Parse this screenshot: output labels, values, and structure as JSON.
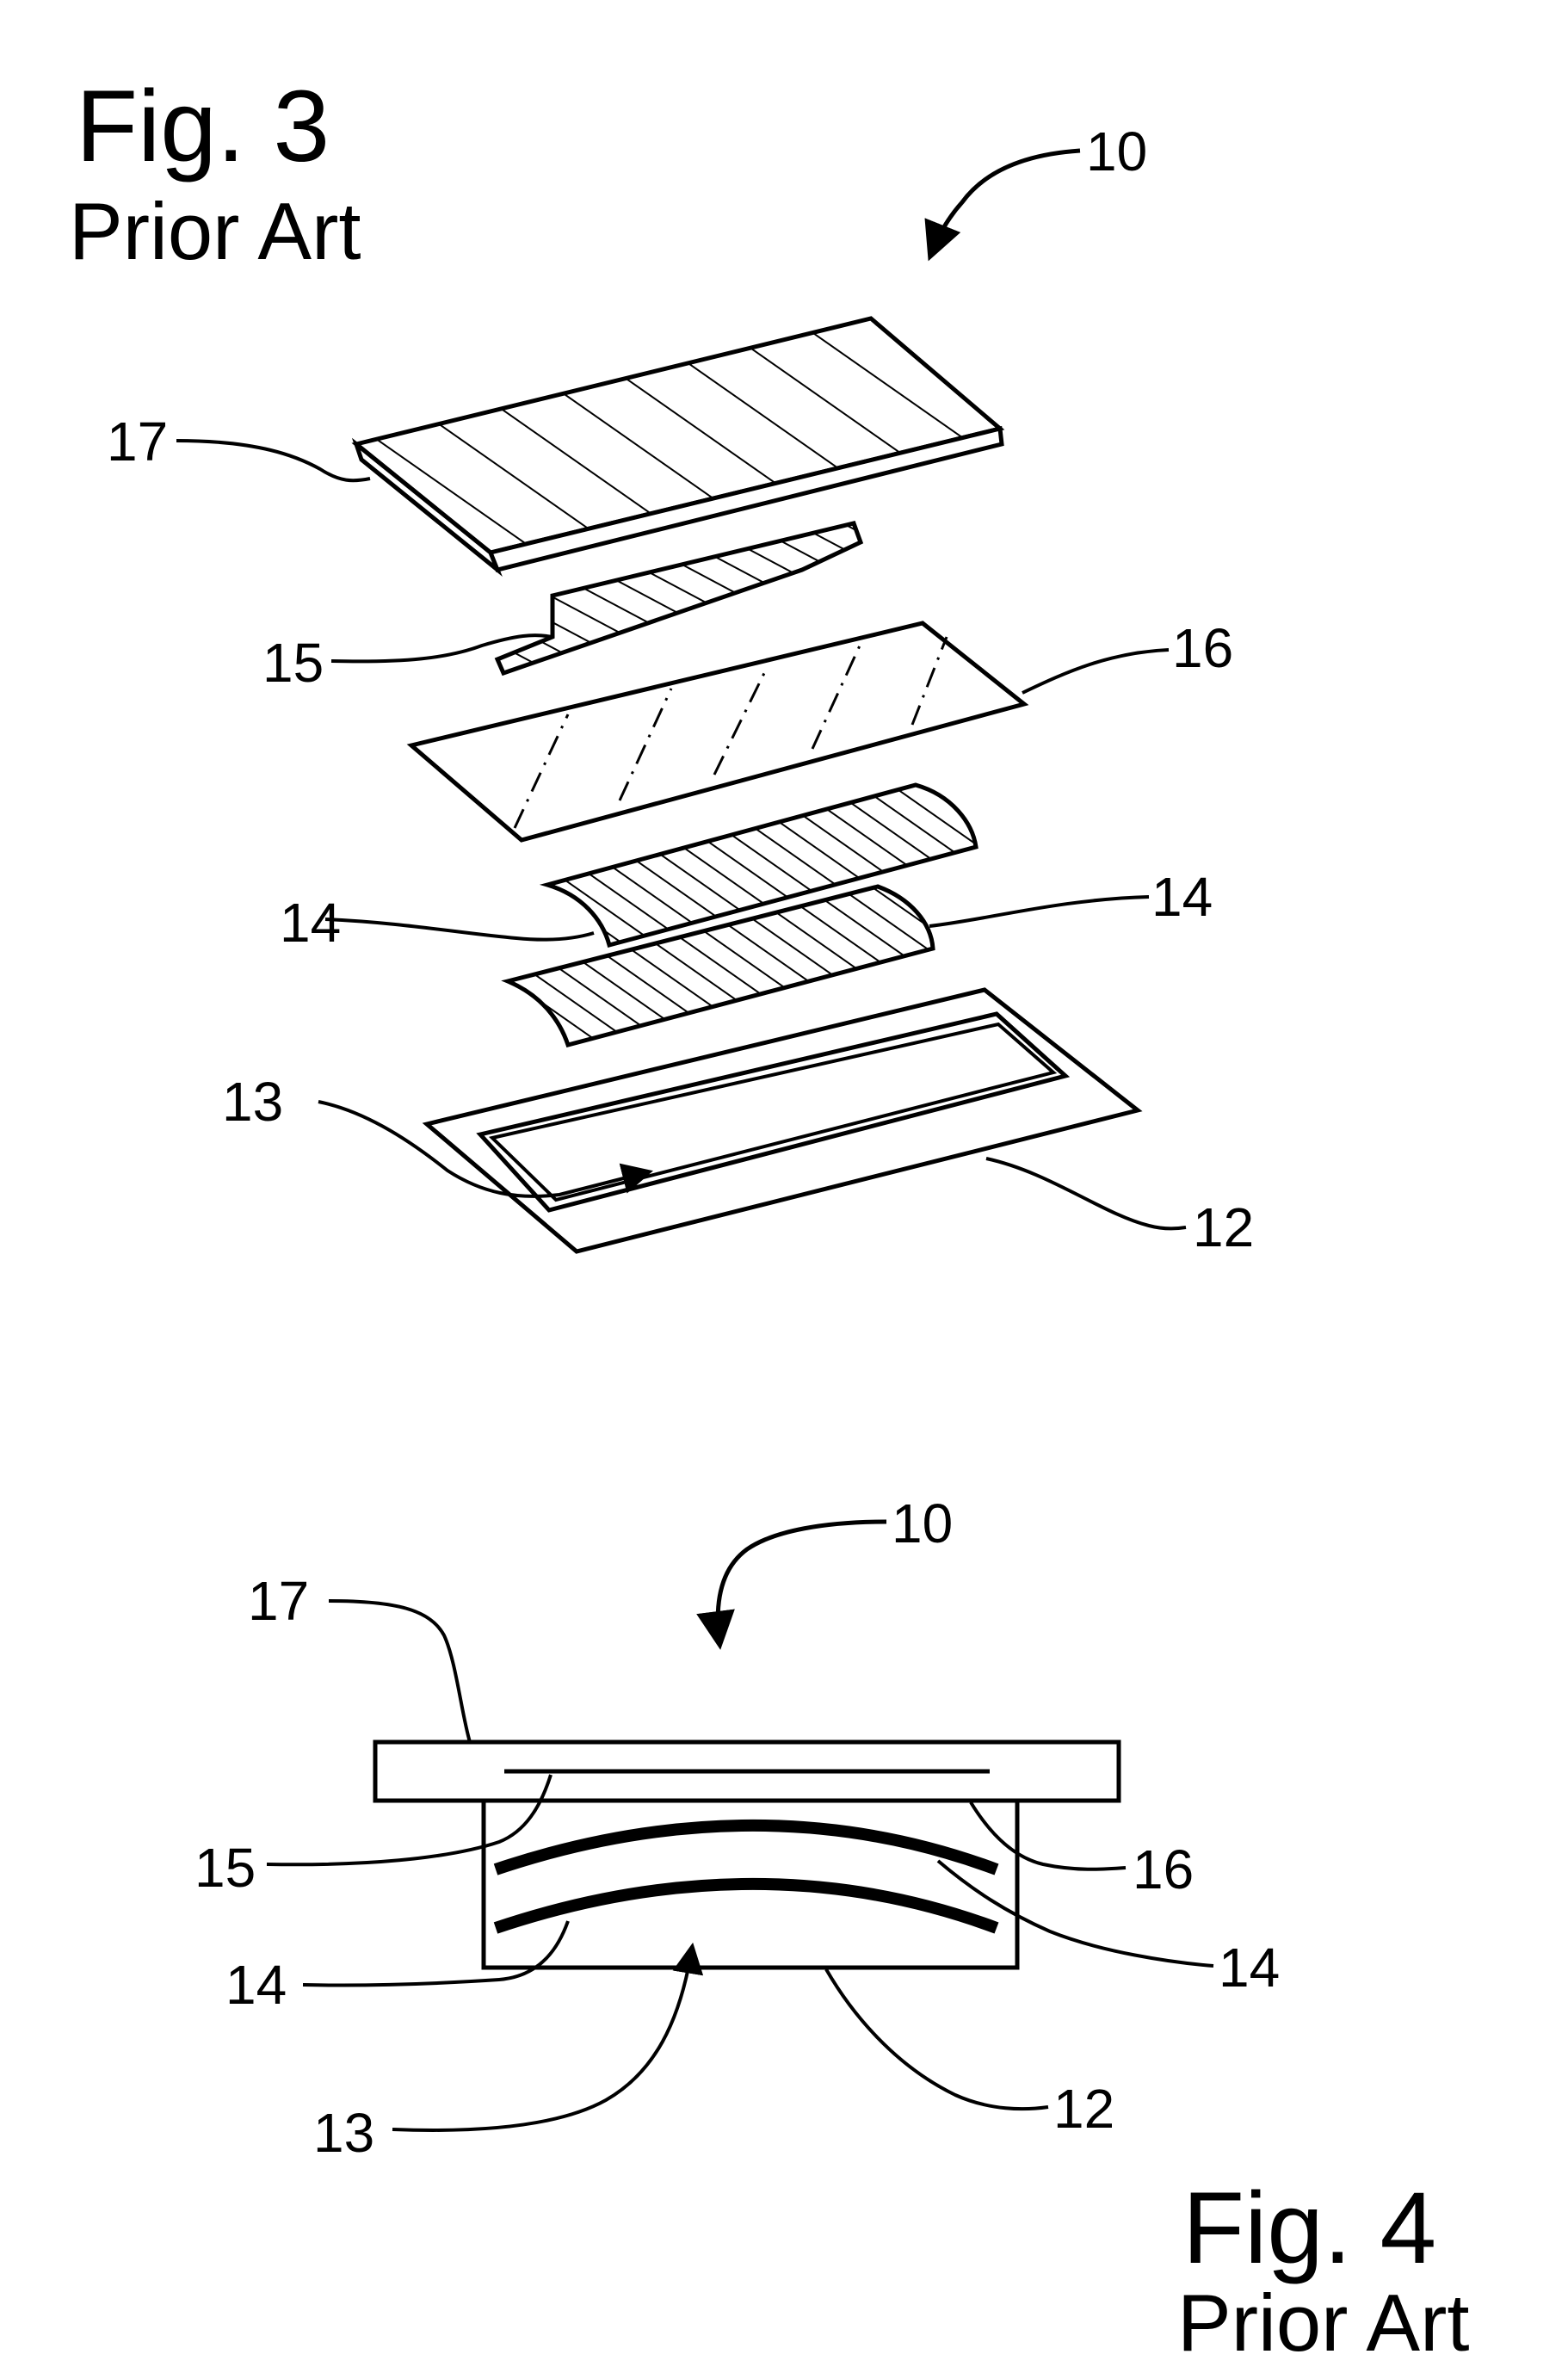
{
  "fig3": {
    "title": "Fig.  3",
    "subtitle": "Prior Art",
    "labels": {
      "l10": "10",
      "l17": "17",
      "l15": "15",
      "l16": "16",
      "l14a": "14",
      "l14b": "14",
      "l13": "13",
      "l12": "12"
    }
  },
  "fig4": {
    "title": "Fig.  4",
    "subtitle": "Prior Art",
    "labels": {
      "l10": "10",
      "l17": "17",
      "l15": "15",
      "l16": "16",
      "l14a": "14",
      "l14b": "14",
      "l13": "13",
      "l12": "12"
    }
  }
}
